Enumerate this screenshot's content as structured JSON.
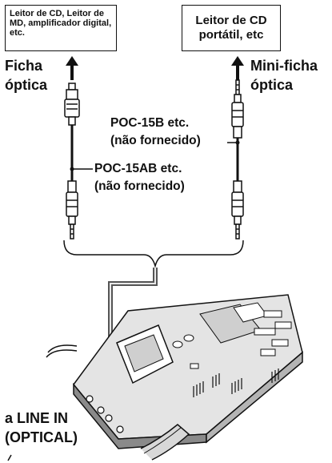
{
  "boxes": {
    "left_text": "Leitor de CD, Leitor de MD, amplificador digital, etc.",
    "right_text": "Leitor de CD portátil, etc"
  },
  "labels": {
    "ficha_optica": [
      "Ficha",
      "óptica"
    ],
    "mini_ficha_optica": [
      "Mini-ficha",
      "óptica"
    ],
    "poc_15b": [
      "POC-15B etc.",
      "(não fornecido)"
    ],
    "poc_15ab": [
      "POC-15AB etc.",
      "(não fornecido)"
    ],
    "line_in": [
      "a LINE IN",
      "(OPTICAL)"
    ]
  },
  "colors": {
    "ink": "#111111",
    "device_fill": "#e4e4e4",
    "device_dark": "#8a8a8a",
    "screen_fill": "#cfcfcf"
  }
}
